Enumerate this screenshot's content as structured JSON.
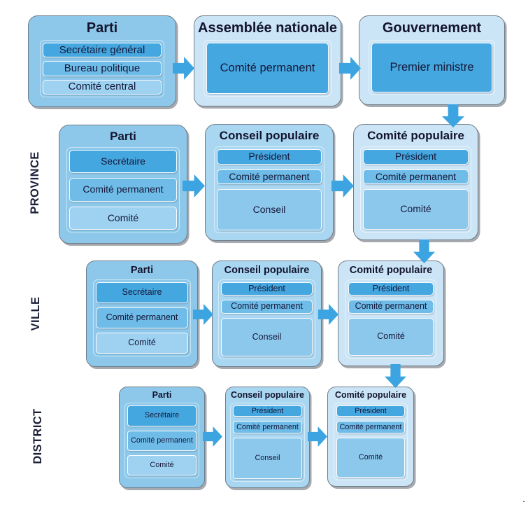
{
  "levels": {
    "central": {
      "parti": {
        "title": "Parti",
        "items": [
          "Secrétaire général",
          "Bureau politique",
          "Comité central"
        ]
      },
      "assemblee_nationale": {
        "title": "Assemblée nationale",
        "items": [
          "Comité permanent"
        ]
      },
      "gouvernement": {
        "title": "Gouvernement",
        "items": [
          "Premier ministre"
        ]
      }
    },
    "province": {
      "label": "PROVINCE",
      "parti": {
        "title": "Parti",
        "items": [
          "Secrétaire",
          "Comité permanent",
          "Comité"
        ]
      },
      "conseil_populaire": {
        "title": "Conseil populaire",
        "items": [
          "Président",
          "Comité permanent",
          "Conseil"
        ]
      },
      "comite_populaire": {
        "title": "Comité populaire",
        "items": [
          "Président",
          "Comité permanent",
          "Comité"
        ]
      }
    },
    "ville": {
      "label": "VILLE",
      "parti": {
        "title": "Parti",
        "items": [
          "Secrétaire",
          "Comité permanent",
          "Comité"
        ]
      },
      "conseil_populaire": {
        "title": "Conseil populaire",
        "items": [
          "Président",
          "Comité permanent",
          "Conseil"
        ]
      },
      "comite_populaire": {
        "title": "Comité populaire",
        "items": [
          "Président",
          "Comité permanent",
          "Comité"
        ]
      }
    },
    "district": {
      "label": "DISTRICT",
      "parti": {
        "title": "Parti",
        "items": [
          "Secrétaire",
          "Comité permanent",
          "Comité"
        ]
      },
      "conseil_populaire": {
        "title": "Conseil populaire",
        "items": [
          "Président",
          "Comité permanent",
          "Conseil"
        ]
      },
      "comite_populaire": {
        "title": "Comité populaire",
        "items": [
          "Président",
          "Comité permanent",
          "Comité"
        ]
      }
    }
  },
  "colors": {
    "box_parti": "#8dc8ea",
    "box_conseil": "#a9d6f1",
    "box_light": "#cbe5f6",
    "item_dark": "#45a7e0",
    "item_medium": "#6fbce8",
    "item_light": "#9ed2f0",
    "item_fill": "#8cc8ec",
    "arrow": "#3ba4e1",
    "text": "#14142e"
  },
  "stray_dot": "."
}
